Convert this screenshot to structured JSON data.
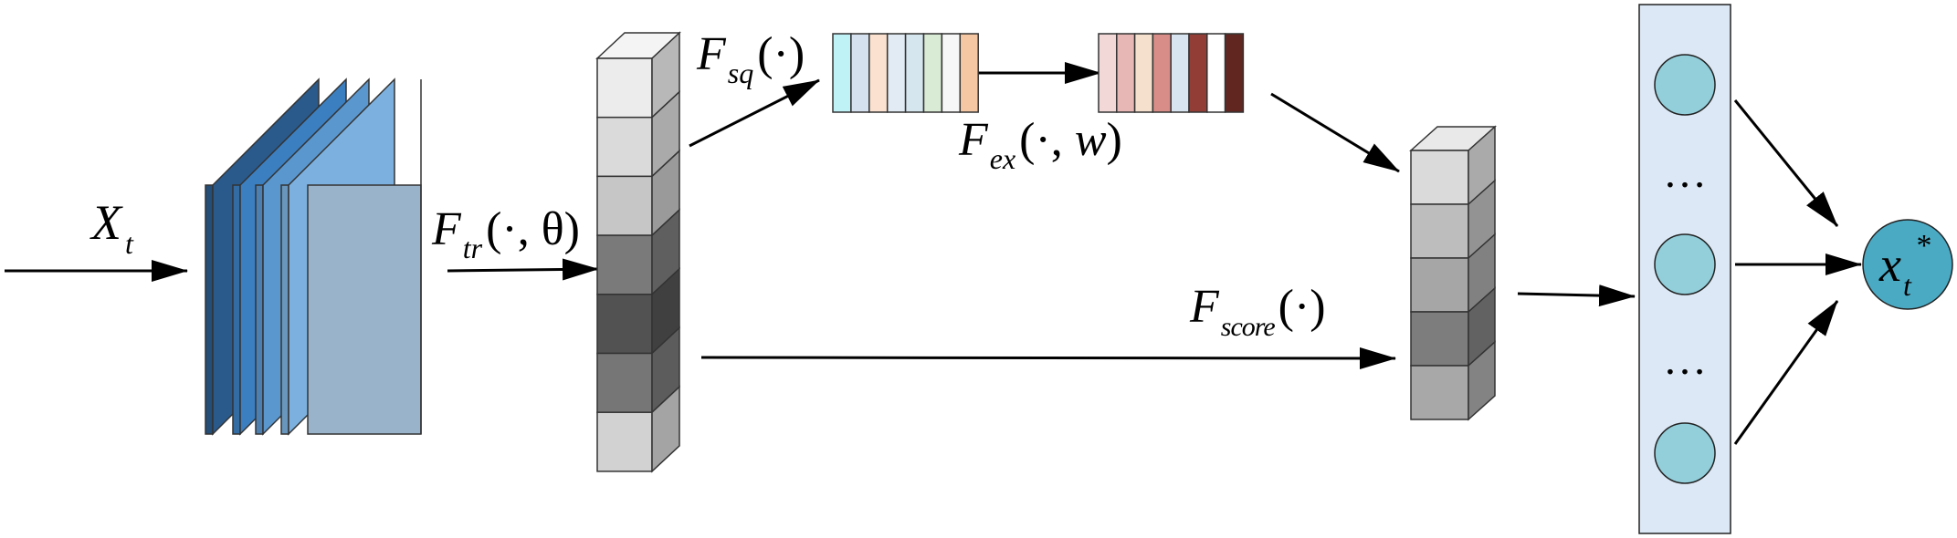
{
  "labels": {
    "input": {
      "main": "X",
      "sub": "t"
    },
    "ftr": {
      "main": "F",
      "sub": "tr",
      "args": "(·, θ)"
    },
    "fsq": {
      "main": "F",
      "sub": "sq",
      "args": "(·)"
    },
    "fex": {
      "main": "F",
      "sub": "ex",
      "args_open": "(·, ",
      "args_w": "w",
      "args_close": ")"
    },
    "fscore": {
      "main": "F",
      "sub": "score",
      "args": "(·)"
    },
    "output": {
      "main": "x",
      "sub": "t",
      "sup": "*"
    },
    "ellipsis_upper": "…",
    "ellipsis_lower": "…"
  },
  "colors": {
    "feature_maps": [
      "#2a5a8c",
      "#3c7fc0",
      "#5b97cf",
      "#7cb0de",
      "#b4d3ee"
    ],
    "tall_stack": [
      "#ececec",
      "#dadada",
      "#c6c6c6",
      "#7a7a7a",
      "#525252",
      "#767676",
      "#d2d2d2"
    ],
    "squeeze_vector": [
      "#bff2f6",
      "#d6e1ef",
      "#fbe1cf",
      "#e2ebf3",
      "#d6e6ee",
      "#d9ebd4",
      "#f7f7f7",
      "#f6c7a3"
    ],
    "excite_vector": [
      "#f2d8d6",
      "#e6b7b4",
      "#f5dfcd",
      "#d88d88",
      "#d8e4ef",
      "#923d35",
      "#ffffff",
      "#622620"
    ],
    "short_stack": [
      "#dadada",
      "#bdbdbd",
      "#a6a6a6",
      "#7d7d7d",
      "#a8a8a8"
    ],
    "fc_panel": "#dce8f5",
    "fc_node": "#92cfdb",
    "output_node": "#4aaac4"
  }
}
